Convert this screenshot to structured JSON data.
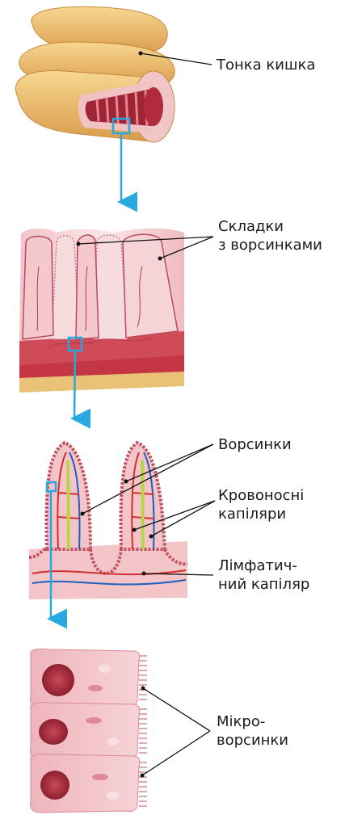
{
  "labels": {
    "small_intestine": "Тонка кишка",
    "folds_line1": "Складки",
    "folds_line2": "з ворсинками",
    "villi": "Ворсинки",
    "blood_caps_line1": "Кровоносні",
    "blood_caps_line2": "капіляри",
    "lymph_line1": "Лімфатич-",
    "lymph_line2": "ний капіляр",
    "microvilli_line1": "Мікро-",
    "microvilli_line2": "ворсинки"
  },
  "colors": {
    "intestine": "#f0c070",
    "tissue_pink": "#f3c4c8",
    "tissue_dark": "#b53a48",
    "blood_red": "#d42e2e",
    "blood_blue": "#1f5fc0",
    "lymph_green": "#b8d44a",
    "arrow_blue": "#29a8e0",
    "nucleus": "#a82838"
  }
}
